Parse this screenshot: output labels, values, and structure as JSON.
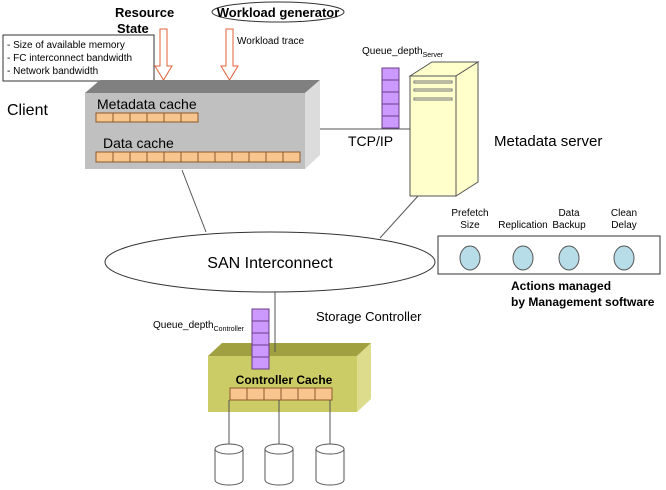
{
  "resource_state": {
    "title_line1": "Resource",
    "title_line2": "State",
    "items": [
      "- Size of available memory",
      "- FC interconnect bandwidth",
      "- Network bandwidth"
    ]
  },
  "workload_generator": {
    "label": "Workload generator",
    "trace_label": "Workload trace"
  },
  "client": {
    "label": "Client",
    "metadata_cache_label": "Metadata cache",
    "metadata_cache_slots": 6,
    "data_cache_label": "Data cache",
    "data_cache_slots": 12
  },
  "network": {
    "tcpip_label": "TCP/IP"
  },
  "metadata_server": {
    "label": "Metadata server",
    "queue_label": "Queue_depth",
    "queue_subscript": "Server",
    "queue_slots": 5
  },
  "san": {
    "label": "SAN Interconnect"
  },
  "management": {
    "actions": [
      {
        "line1": "Prefetch",
        "line2": "Size"
      },
      {
        "line1": "",
        "line2": "Replication"
      },
      {
        "line1": "Data",
        "line2": "Backup"
      },
      {
        "line1": "Clean",
        "line2": "Delay"
      }
    ],
    "caption_line1": "Actions managed",
    "caption_line2": "by Management software"
  },
  "storage_controller": {
    "label": "Storage Controller",
    "queue_label": "Queue_depth",
    "queue_subscript": "Controller",
    "queue_slots": 5,
    "cache_label": "Controller Cache",
    "cache_slots": 6,
    "disk_count": 3
  },
  "colors": {
    "cache_slot": "#f9c58f",
    "queue_slot": "#cc99ff",
    "client_box": "#c0c0c0",
    "server_box": "#ffffcc",
    "controller_box": "#cccc66",
    "action_circle": "#b7dde8",
    "arrow": "#e0603a"
  }
}
